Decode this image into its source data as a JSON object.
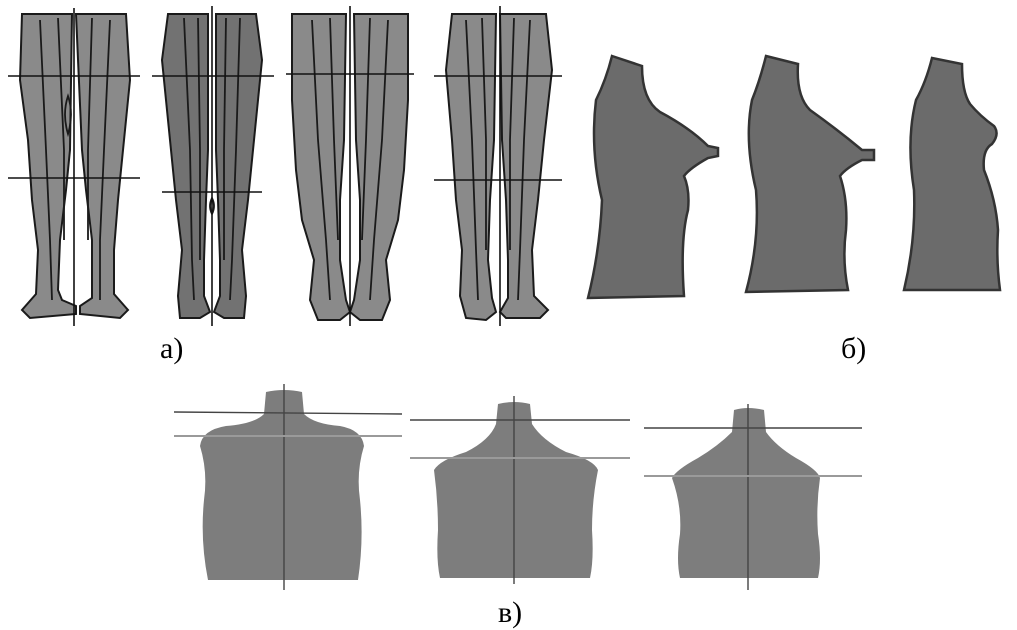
{
  "captions": {
    "a": "а)",
    "b": "б)",
    "c": "в)"
  },
  "colors": {
    "fill_light": "#8a8a8a",
    "fill_dark": "#6b6b6b",
    "outline": "#1a1a1a"
  }
}
